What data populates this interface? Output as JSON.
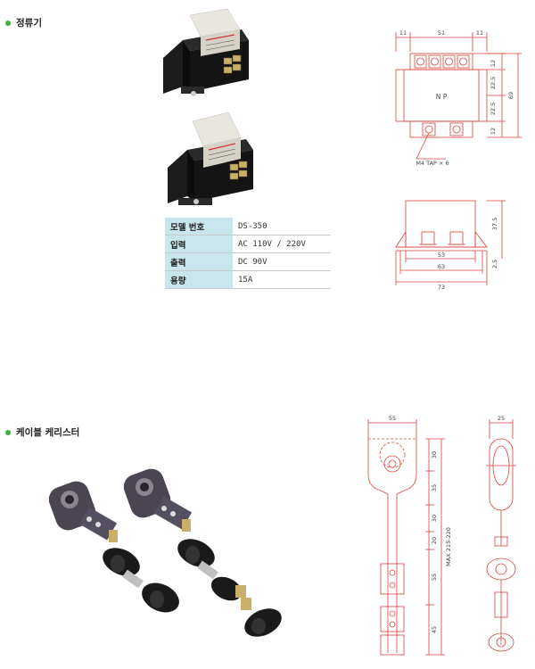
{
  "rectifier": {
    "title": "정류기",
    "spec_rows": [
      {
        "label": "모델 번호",
        "value": "DS-350"
      },
      {
        "label": "입력",
        "value": "AC 110V / 220V"
      },
      {
        "label": "출력",
        "value": "DC 90V"
      },
      {
        "label": "용량",
        "value": "15A"
      }
    ],
    "top_view": {
      "dims_top": [
        "11",
        "51",
        "11"
      ],
      "dims_right": [
        "12",
        "22.5",
        "22.5",
        "12"
      ],
      "dim_total": "69",
      "terminals": "N P",
      "tap_note": "M4 TAP × 6"
    },
    "side_view": {
      "dim_height": "37.5",
      "dim_base": "2.5",
      "dims_bottom": [
        "53",
        "63",
        "73"
      ]
    }
  },
  "cable_carrier": {
    "title": "케이블 케리스터",
    "front_view": {
      "dim_width": "55",
      "dims_vertical": [
        "30",
        "35",
        "30",
        "20",
        "55",
        "45"
      ],
      "dim_max": "MAX 215-220"
    },
    "side_view": {
      "dim_width": "25"
    }
  },
  "colors": {
    "bullet": "#3fae3a",
    "drawing_line": "#d9453a",
    "table_header_bg": "#c9e6ec"
  }
}
